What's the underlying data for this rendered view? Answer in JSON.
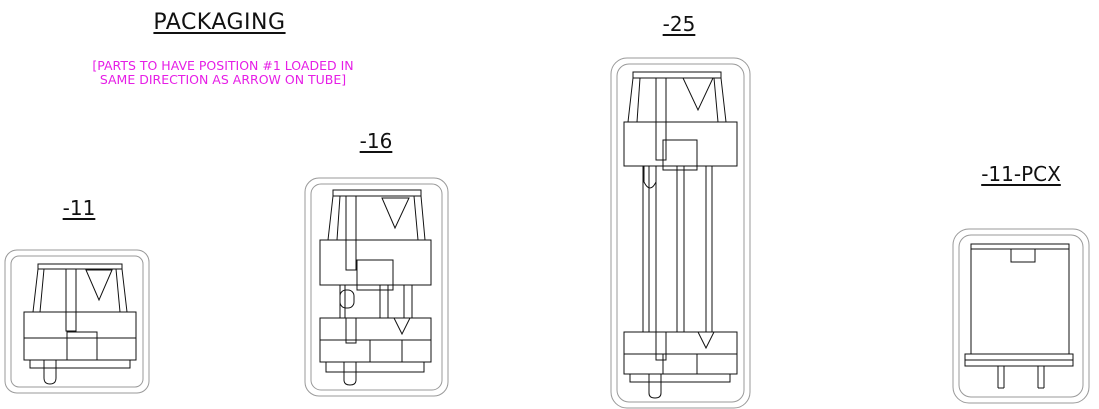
{
  "header": {
    "title": "PACKAGING",
    "note": "[PARTS TO HAVE POSITION #1 LOADED IN\nSAME DIRECTION AS ARROW ON TUBE]",
    "note_color": "#e61ee6"
  },
  "views": [
    {
      "label": "-11"
    },
    {
      "label": "-16"
    },
    {
      "label": "-25"
    },
    {
      "label": "-11-PCX"
    }
  ]
}
